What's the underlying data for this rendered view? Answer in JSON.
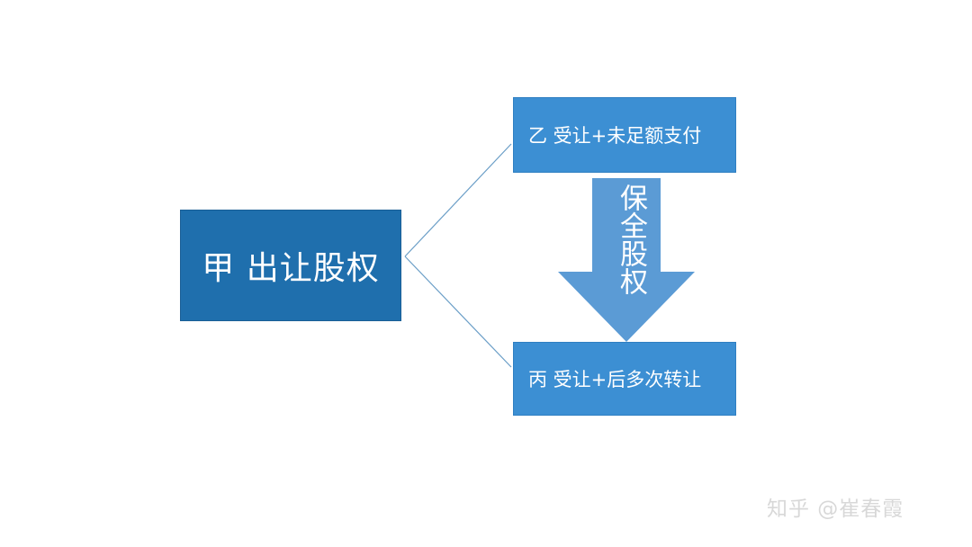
{
  "diagram": {
    "source_node": {
      "label": "甲 出让股权"
    },
    "targets": [
      {
        "label": "乙 受让+未足额支付"
      },
      {
        "label": "丙 受让+后多次转让"
      }
    ],
    "arrow": {
      "label": "保全股权"
    }
  },
  "watermark": {
    "text": "知乎 @崔春霞"
  },
  "colors": {
    "source_fill": "#1f6fad",
    "target_fill": "#3c8fd3",
    "arrow_fill": "#5b9bd5",
    "connector": "#6a9ec7"
  }
}
